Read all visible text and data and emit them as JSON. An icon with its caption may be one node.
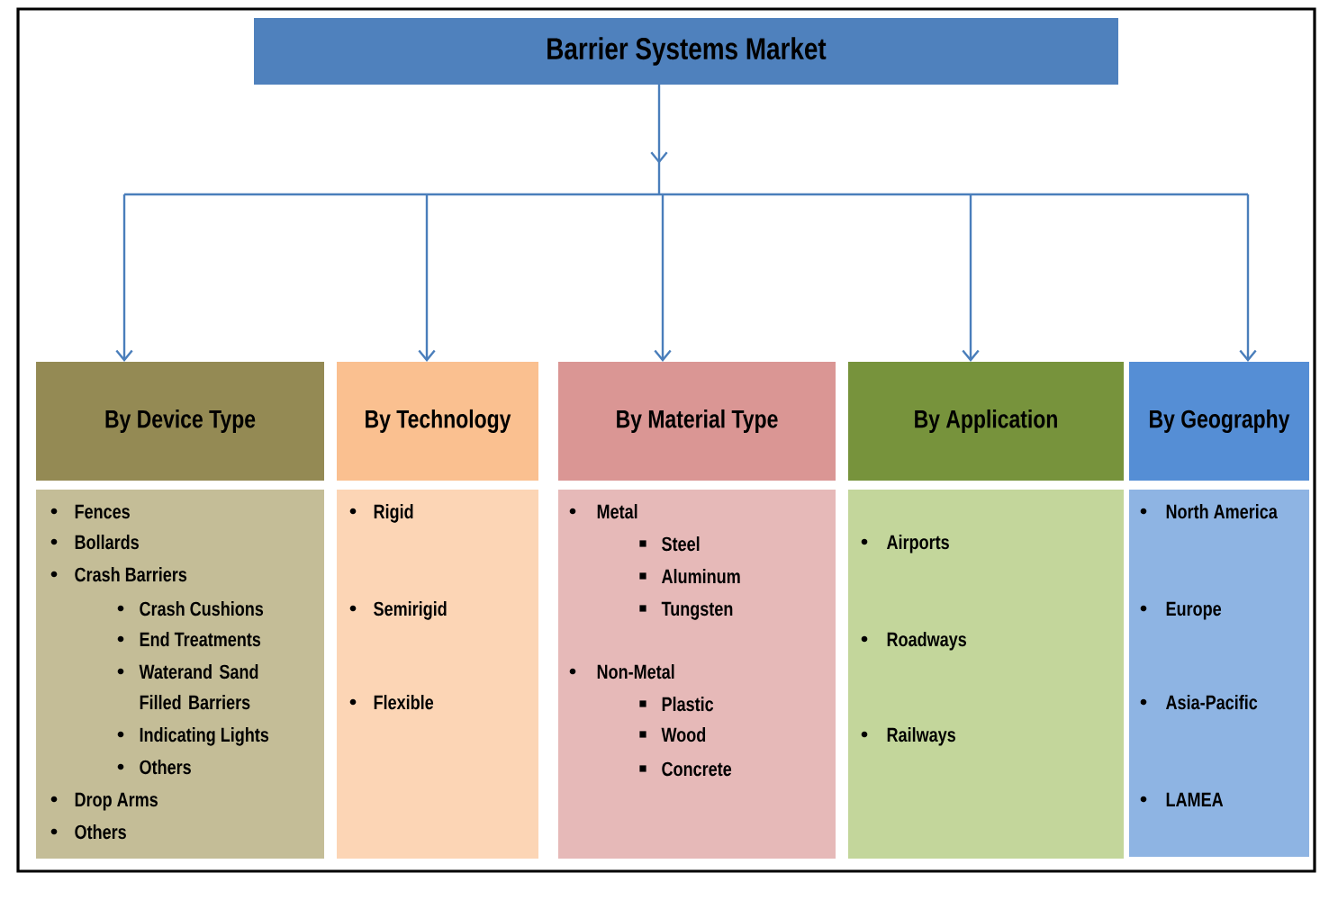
{
  "diagram": {
    "nodes": [
      {
        "text": [
          "Barrier Systems Market"
        ]
      },
      {
        "text": [
          "By Device Type"
        ]
      },
      {
        "text": [
          "By Technology"
        ]
      },
      {
        "text": [
          "By Material Type"
        ]
      },
      {
        "text": [
          "By Application"
        ]
      },
      {
        "text": [
          "By Geography"
        ]
      },
      {
        "text": [
          "Fences",
          "Bollards",
          "Crash Barriers",
          "Crash Cushions",
          "End Treatments",
          "Waterand Sand Filled Barriers",
          "Indicating Lights",
          "Others",
          "Drop Arms",
          "Others"
        ]
      },
      {
        "text": [
          "Rigid",
          "Semirigid",
          "Flexible"
        ]
      },
      {
        "text": [
          "Metal",
          "Steel",
          "Aluminum",
          "Tungsten",
          "Non-Metal",
          "Plastic",
          "Wood",
          "Concrete"
        ]
      },
      {
        "text": [
          "Airports",
          "Roadways",
          "Railways"
        ]
      },
      {
        "text": [
          "North America",
          "Europe",
          "Asia-Pacific",
          "LAMEA"
        ]
      }
    ],
    "edges": [
      {
        "from": 0,
        "to": 1,
        "arrow": "to"
      },
      {
        "from": 0,
        "to": 2,
        "arrow": "to"
      },
      {
        "from": 0,
        "to": 3,
        "arrow": "to"
      },
      {
        "from": 0,
        "to": 4,
        "arrow": "to"
      },
      {
        "from": 0,
        "to": 5,
        "arrow": "to"
      }
    ]
  }
}
